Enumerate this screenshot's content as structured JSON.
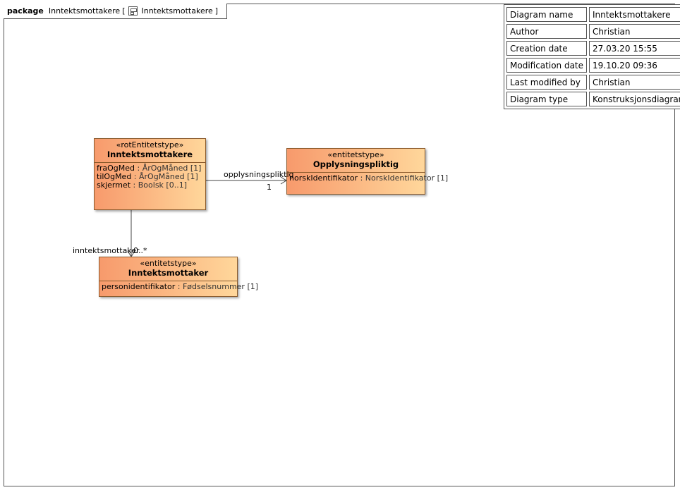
{
  "frame": {
    "keyword": "package",
    "name": "Inntektsmottakere",
    "bracket_open": "[",
    "diagram_name": "Inntektsmottakere",
    "bracket_close": "]",
    "diagram_icon": "class-diagram-icon"
  },
  "metadata": [
    {
      "key": "Diagram name",
      "value": "Inntektsmottakere"
    },
    {
      "key": "Author",
      "value": "Christian"
    },
    {
      "key": "Creation date",
      "value": "27.03.20 15:55"
    },
    {
      "key": "Modification date",
      "value": "19.10.20 09:36"
    },
    {
      "key": "Last modified by",
      "value": "Christian"
    },
    {
      "key": "Diagram type",
      "value": "Konstruksjonsdiagram"
    }
  ],
  "classes": {
    "root": {
      "stereotype": "«rotEntitetstype»",
      "name": "Inntektsmottakere",
      "attributes": [
        {
          "name": "fraOgMed",
          "type": " : ÅrOgMåned [1]"
        },
        {
          "name": "tilOgMed",
          "type": " : ÅrOgMåned [1]"
        },
        {
          "name": "skjermet",
          "type": " : Boolsk [0..1]"
        }
      ]
    },
    "oppl": {
      "stereotype": "«entitetstype»",
      "name": "Opplysningspliktig",
      "attributes": [
        {
          "name": "norskIdentifikator",
          "type": " : NorskIdentifikator [1]"
        }
      ]
    },
    "mottaker": {
      "stereotype": "«entitetstype»",
      "name": "Inntektsmottaker",
      "attributes": [
        {
          "name": "personidentifikator",
          "type": " : Fødselsnummer [1]"
        }
      ]
    }
  },
  "associations": {
    "oppl": {
      "role": "opplysningspliktig",
      "multiplicity": "1"
    },
    "mottaker": {
      "role": "inntektsmottaker",
      "multiplicity": "0..*"
    }
  },
  "colors": {
    "class_fill_start": "#f79a6c",
    "class_fill_end": "#ffd79b",
    "border": "#8a5a2c"
  }
}
